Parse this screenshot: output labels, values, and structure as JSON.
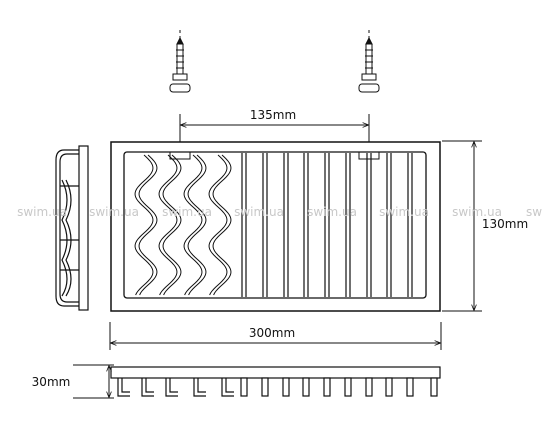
{
  "dimensions": {
    "mount_spacing": "135mm",
    "height": "130mm",
    "width": "300mm",
    "depth": "30mm"
  },
  "watermark": {
    "text": "swim.ua",
    "tail": "sw"
  }
}
